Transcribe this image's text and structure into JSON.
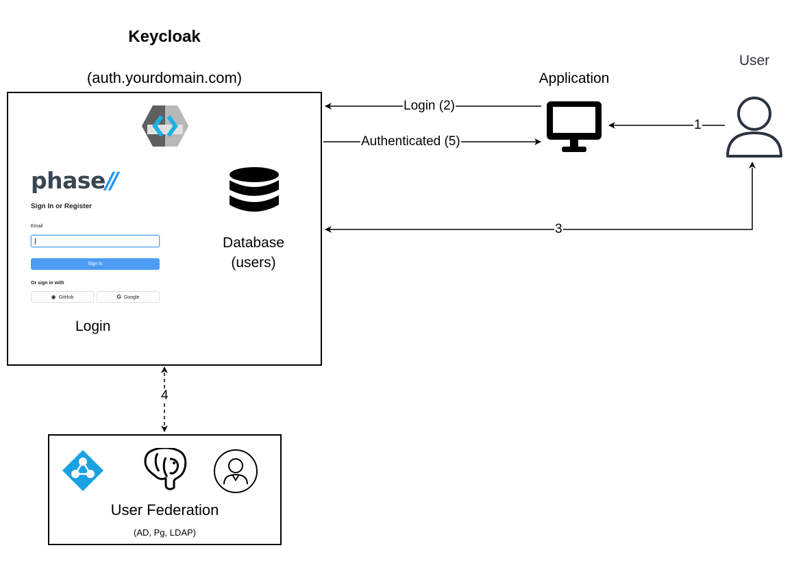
{
  "keycloak": {
    "title": "Keycloak",
    "subtitle": "(auth.yourdomain.com)",
    "login_label": "Login",
    "database_label_line1": "Database",
    "database_label_line2": "(users)"
  },
  "login_form": {
    "brand": "phase",
    "brand_slash": "//",
    "heading": "Sign In or Register",
    "email_label": "Email",
    "email_value": "",
    "submit_label": "Sign In",
    "alt_label": "Or sign in with",
    "github_label": "GitHub",
    "google_label": "Google"
  },
  "application": {
    "label": "Application"
  },
  "user": {
    "label": "User"
  },
  "federation": {
    "title": "User Federation",
    "subtitle": "(AD, Pg, LDAP)"
  },
  "edges": {
    "login": "Login (2)",
    "authenticated": "Authenticated (5)",
    "step1": "1",
    "step3": "3",
    "step4": "4"
  },
  "colors": {
    "keycloak_blue": "#1bb1e6",
    "keycloak_grey": "#5f5f5f",
    "ad_blue": "#1ba1e2",
    "user_icon": "#2b3440",
    "signin_button": "#4e9cf5"
  }
}
